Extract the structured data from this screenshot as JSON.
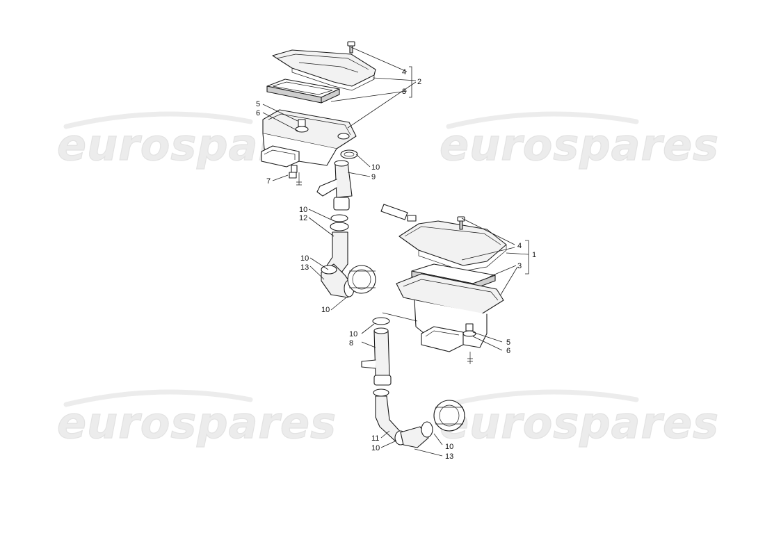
{
  "watermarks": {
    "top_left": "eurospares",
    "top_right": "eurospares",
    "bottom_left": "eurospares",
    "bottom_right": "eurospares"
  },
  "callouts": {
    "upper": {
      "c4": "4",
      "c2": "2",
      "c3": "3",
      "c5": "5",
      "c6": "6",
      "c7": "7",
      "c10a": "10",
      "c9": "9",
      "c10b": "10",
      "c12": "12",
      "c10c": "10",
      "c13": "13",
      "c10d": "10"
    },
    "lower": {
      "c4": "4",
      "c1": "1",
      "c3": "3",
      "c5": "5",
      "c6": "6",
      "c10a": "10",
      "c8": "8",
      "c11": "11",
      "c10b": "10",
      "c10c": "10",
      "c13": "13"
    }
  }
}
